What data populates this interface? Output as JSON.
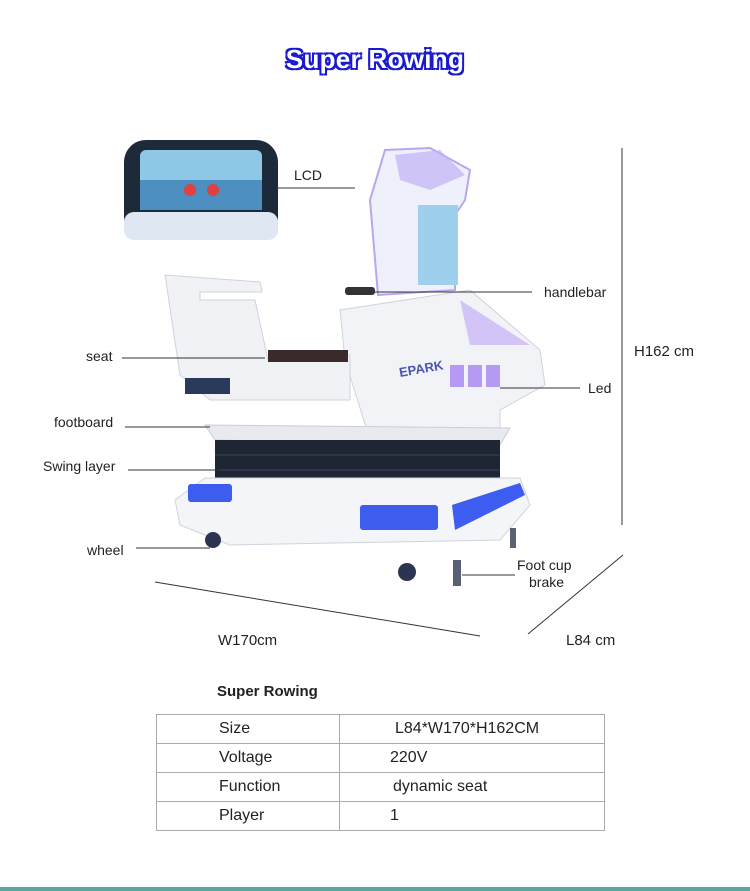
{
  "title": "Super Rowing",
  "callouts": {
    "lcd": "LCD",
    "handlebar": "handlebar",
    "seat": "seat",
    "footboard": "footboard",
    "swing_layer": "Swing layer",
    "wheel": "wheel",
    "led": "Led",
    "foot_cup_line1": "Foot cup",
    "foot_cup_line2": "brake"
  },
  "dimensions": {
    "height": "H162 cm",
    "width": "W170cm",
    "length": "L84 cm"
  },
  "logo_text": "EPARK",
  "specs": {
    "title": "Super Rowing",
    "rows": [
      {
        "label": "Size",
        "value": "L84*W170*H162CM"
      },
      {
        "label": "Voltage",
        "value": "220V"
      },
      {
        "label": "Function",
        "value": "dynamic seat"
      },
      {
        "label": "Player",
        "value": "1"
      }
    ]
  }
}
